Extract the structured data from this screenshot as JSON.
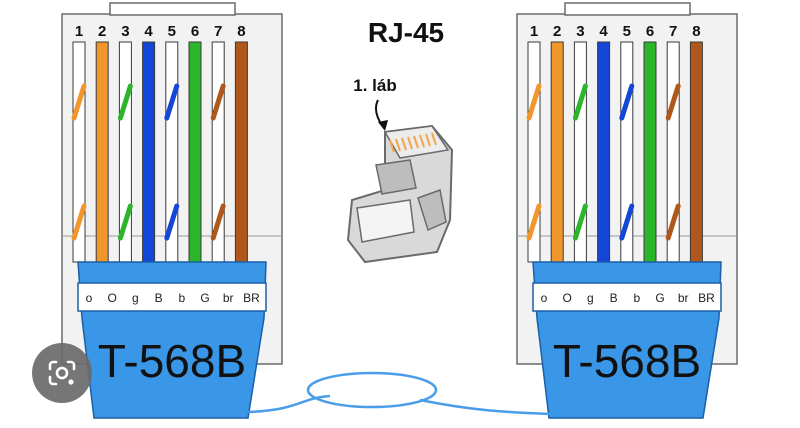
{
  "title": "RJ-45",
  "pin1_label": "1. láb",
  "colors": {
    "orange": "#f0962a",
    "green": "#2bb52b",
    "blue": "#1446d8",
    "brown": "#b0581c",
    "white": "#ffffff",
    "sleeve": "#3a96e6",
    "connector_body": "#f2f2f2"
  },
  "connectors": [
    {
      "standard": "T-568B",
      "pins": [
        {
          "num": "1",
          "code": "o",
          "color": "orange",
          "striped": true
        },
        {
          "num": "2",
          "code": "O",
          "color": "orange",
          "striped": false
        },
        {
          "num": "3",
          "code": "g",
          "color": "green",
          "striped": true
        },
        {
          "num": "4",
          "code": "B",
          "color": "blue",
          "striped": false
        },
        {
          "num": "5",
          "code": "b",
          "color": "blue",
          "striped": true
        },
        {
          "num": "6",
          "code": "G",
          "color": "green",
          "striped": false
        },
        {
          "num": "7",
          "code": "br",
          "color": "brown",
          "striped": true
        },
        {
          "num": "8",
          "code": "BR",
          "color": "brown",
          "striped": false
        }
      ]
    },
    {
      "standard": "T-568B",
      "pins": [
        {
          "num": "1",
          "code": "o",
          "color": "orange",
          "striped": true
        },
        {
          "num": "2",
          "code": "O",
          "color": "orange",
          "striped": false
        },
        {
          "num": "3",
          "code": "g",
          "color": "green",
          "striped": true
        },
        {
          "num": "4",
          "code": "B",
          "color": "blue",
          "striped": false
        },
        {
          "num": "5",
          "code": "b",
          "color": "blue",
          "striped": true
        },
        {
          "num": "6",
          "code": "G",
          "color": "green",
          "striped": false
        },
        {
          "num": "7",
          "code": "br",
          "color": "brown",
          "striped": true
        },
        {
          "num": "8",
          "code": "BR",
          "color": "brown",
          "striped": false
        }
      ]
    }
  ],
  "lens_icon": "google-lens-icon"
}
